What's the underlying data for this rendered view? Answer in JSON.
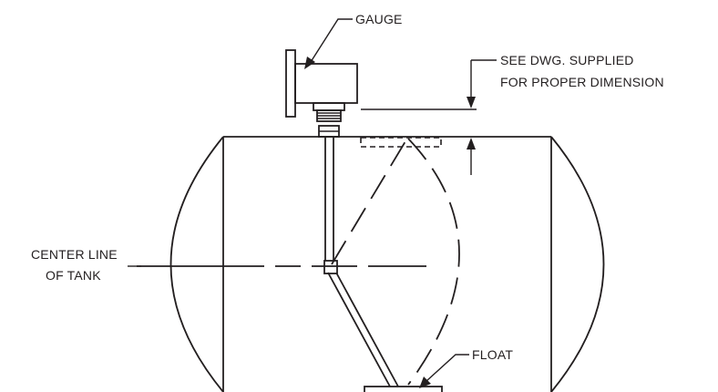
{
  "labels": {
    "gauge": "GAUGE",
    "see_dwg_line1": "SEE DWG. SUPPLIED",
    "see_dwg_line2": "FOR PROPER DIMENSION",
    "center_line_line1": "CENTER LINE",
    "center_line_line2": "OF TANK",
    "float": "FLOAT"
  },
  "colors": {
    "line": "#231f20",
    "background": "#ffffff"
  }
}
